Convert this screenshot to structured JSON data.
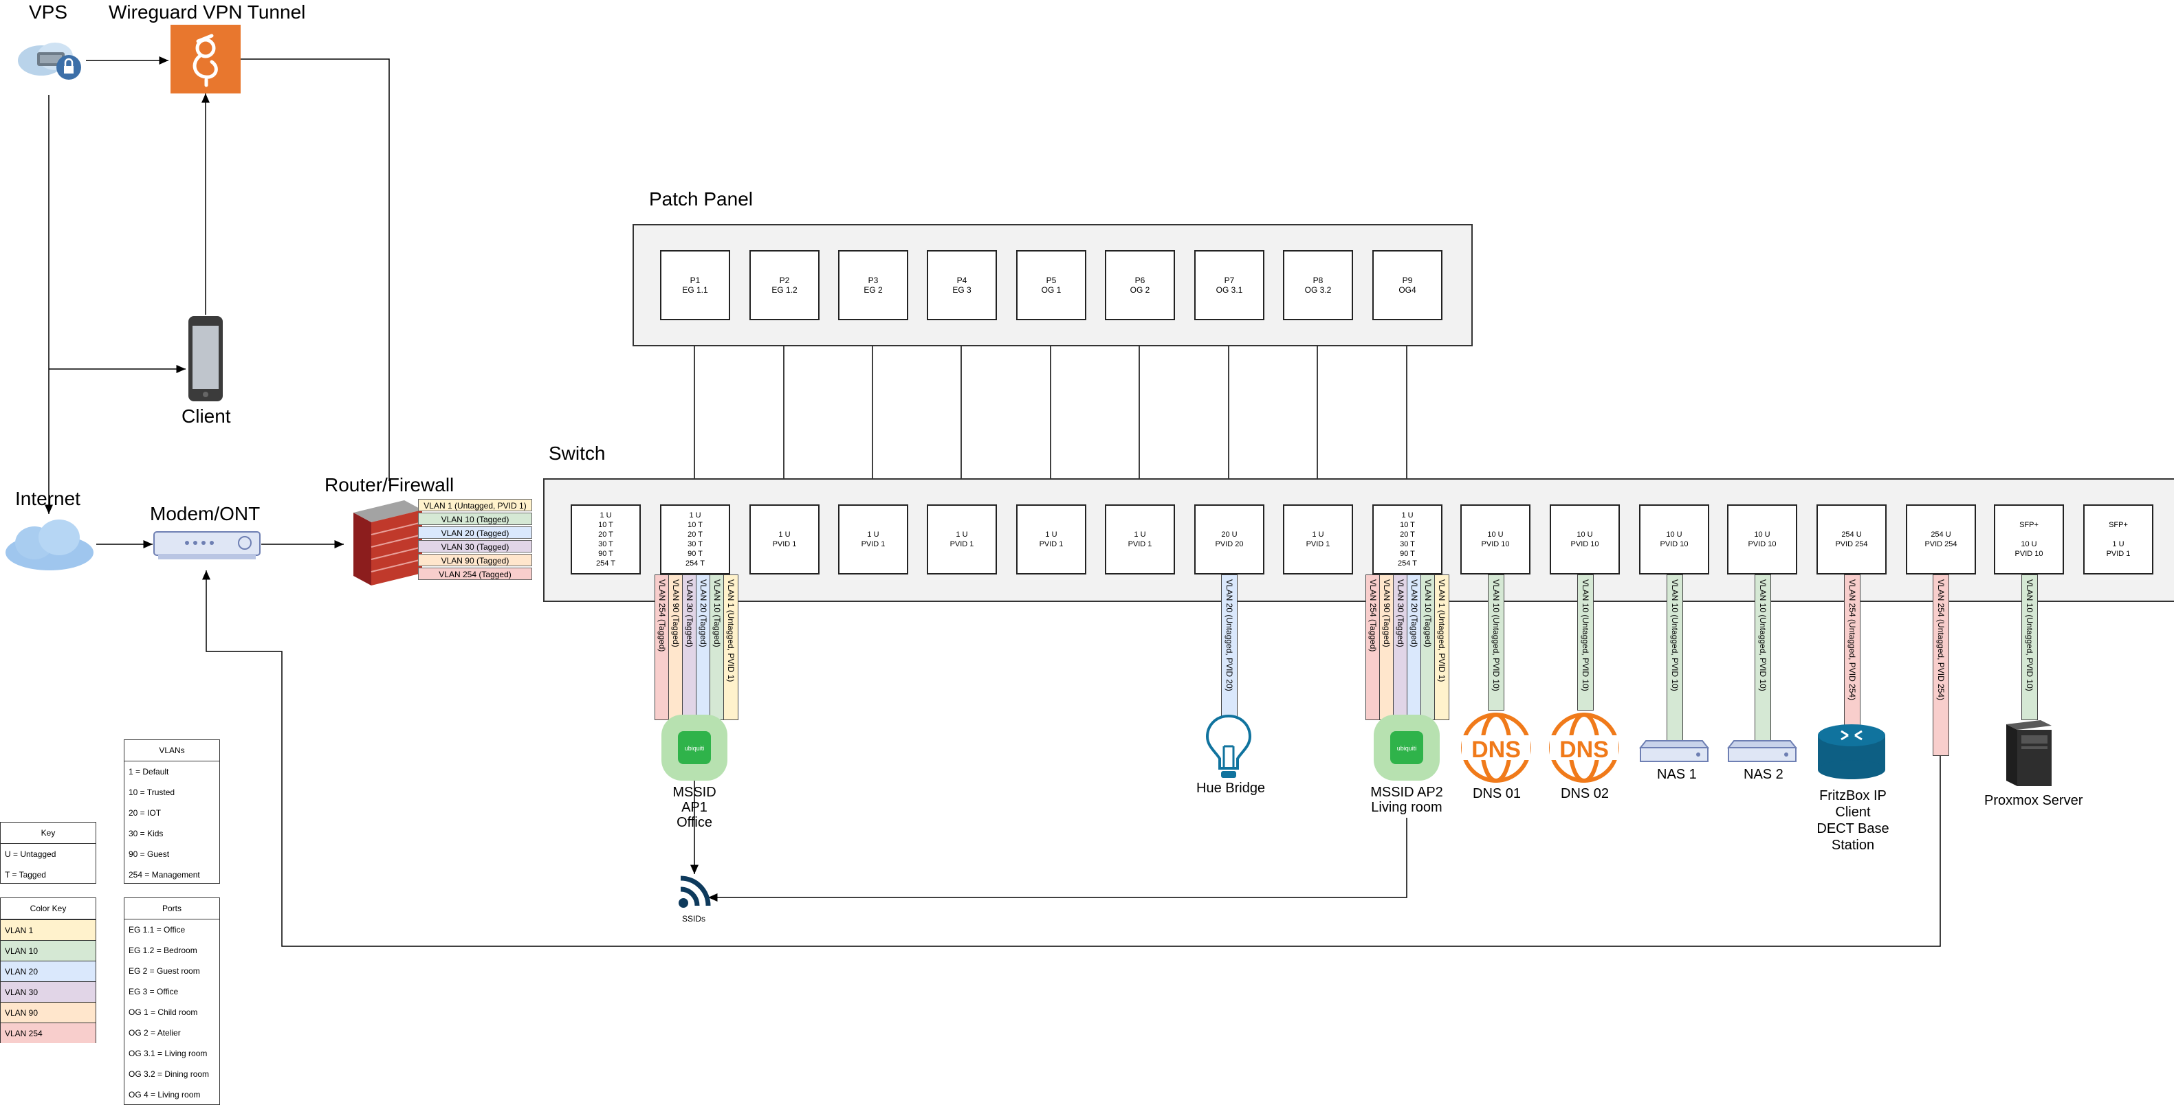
{
  "titles": {
    "vps": "VPS",
    "wireguard": "Wireguard VPN Tunnel",
    "client": "Client",
    "internet": "Internet",
    "modem": "Modem/ONT",
    "router": "Router/Firewall",
    "patch_panel": "Patch Panel",
    "switch": "Switch"
  },
  "router_vlans": [
    "VLAN 1 (Untagged, PVID 1)",
    "VLAN 10 (Tagged)",
    "VLAN 20 (Tagged)",
    "VLAN 30 (Tagged)",
    "VLAN 90 (Tagged)",
    "VLAN 254 (Tagged)"
  ],
  "patch_ports": [
    {
      "id": "P1",
      "room": "EG 1.1"
    },
    {
      "id": "P2",
      "room": "EG 1.2"
    },
    {
      "id": "P3",
      "room": "EG 2"
    },
    {
      "id": "P4",
      "room": "EG 3"
    },
    {
      "id": "P5",
      "room": "OG 1"
    },
    {
      "id": "P6",
      "room": "OG 2"
    },
    {
      "id": "P7",
      "room": "OG 3.1"
    },
    {
      "id": "P8",
      "room": "OG 3.2"
    },
    {
      "id": "P9",
      "room": "OG4"
    }
  ],
  "switch_ports": [
    "1 U\n10 T\n20 T\n30 T\n90 T\n254 T",
    "1 U\n10 T\n20 T\n30 T\n90 T\n254 T",
    "1 U\nPVID 1",
    "1 U\nPVID 1",
    "1 U\nPVID 1",
    "1 U\nPVID 1",
    "1 U\nPVID 1",
    "20 U\nPVID 20",
    "1 U\nPVID 1",
    "1 U\n10 T\n20 T\n30 T\n90 T\n254 T",
    "10 U\nPVID 10",
    "10 U\nPVID 10",
    "10 U\nPVID 10",
    "10 U\nPVID 10",
    "254 U\nPVID 254",
    "254 U\nPVID 254",
    "SFP+\n\n10 U\nPVID 10",
    "SFP+\n\n1 U\nPVID 1"
  ],
  "trunk_strips": [
    "VLAN 254 (Tagged)",
    "VLAN 90 (Tagged)",
    "VLAN 30 (Tagged)",
    "VLAN 20 (Tagged)",
    "VLAN 10 (Tagged)",
    "VLAN 1 (Untagged, PVID 1)"
  ],
  "single_strips": {
    "hue": "VLAN 20 (Untagged, PVID 20)",
    "dns1": "VLAN 10 (Untagged, PVID 10)",
    "dns2": "VLAN 10 (Untagged, PVID 10)",
    "nas1": "VLAN 10 (Untagged, PVID 10)",
    "nas2": "VLAN 10 (Untagged, PVID 10)",
    "fritz": "VLAN 254 (Untagged, PVID 254)",
    "uplink": "VLAN 254 (Untagged, PVID 254)",
    "proxmox": "VLAN 10 (Untagged, PVID 10)"
  },
  "devices": {
    "ap1": "MSSID AP1\nOffice",
    "ap2": "MSSID AP2\nLiving room",
    "hue": "Hue Bridge",
    "dns1": "DNS 01",
    "dns2": "DNS 02",
    "nas1": "NAS 1",
    "nas2": "NAS 2",
    "fritz": "FritzBox IP Client\nDECT Base Station",
    "proxmox": "Proxmox Server",
    "ssids": "SSIDs",
    "dns_logo": "DNS",
    "ap_logo": "ubiquiti"
  },
  "legend_vlans": {
    "title": "VLANs",
    "rows": [
      "1 = Default",
      "10 = Trusted",
      "20 = IOT",
      "30 = Kids",
      "90 = Guest",
      "254 = Management"
    ]
  },
  "legend_key": {
    "title": "Key",
    "rows": [
      "U = Untagged",
      "T = Tagged"
    ]
  },
  "legend_color": {
    "title": "Color Key",
    "rows": [
      "VLAN 1",
      "VLAN 10",
      "VLAN 20",
      "VLAN 30",
      "VLAN 90",
      "VLAN 254"
    ]
  },
  "legend_ports": {
    "title": "Ports",
    "rows": [
      "EG 1.1 = Office",
      "EG 1.2 = Bedroom",
      "EG 2 = Guest room",
      "EG 3 = Office",
      "OG 1 = Child room",
      "OG 2 = Atelier",
      "OG 3.1 = Living room",
      "OG 3.2 = Dining room",
      "OG 4 = Living room"
    ]
  },
  "colors": {
    "vlan1": "#fff2cc",
    "vlan10": "#d5e8d4",
    "vlan20": "#dae8fc",
    "vlan30": "#e1d5e7",
    "vlan90": "#ffe6cc",
    "vlan254": "#f8cecc",
    "wireguard": "#e8772e",
    "dns": "#f07a1a",
    "fritz": "#10739e",
    "ap": "#2fb34a"
  }
}
